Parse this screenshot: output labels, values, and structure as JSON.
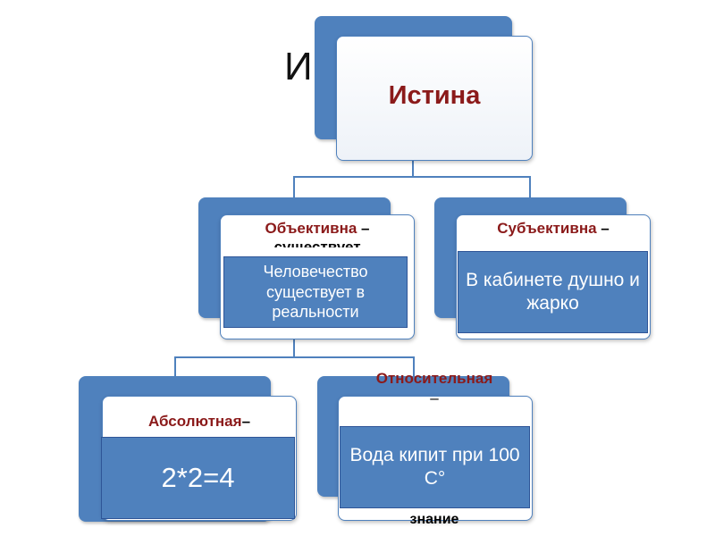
{
  "slide": {
    "partial_heading": "И"
  },
  "root": {
    "title": "Истина"
  },
  "objective": {
    "title": "Объективна",
    "dash": "–",
    "hidden_text": "существует",
    "overlay": "Человечество существует в реальности"
  },
  "subjective": {
    "title": "Субъективна",
    "dash": "–",
    "overlay": "В кабинете душно и жарко"
  },
  "absolute": {
    "title": "Абсолютная",
    "dash": "–",
    "overlay": "2*2=4"
  },
  "relative": {
    "title": "Относительная",
    "dash": "–",
    "overlay": "Вода кипит при 100 С°",
    "below_text": "знание"
  },
  "colors": {
    "accent_blue": "#4f81bd",
    "title_red": "#8b1a1a"
  }
}
